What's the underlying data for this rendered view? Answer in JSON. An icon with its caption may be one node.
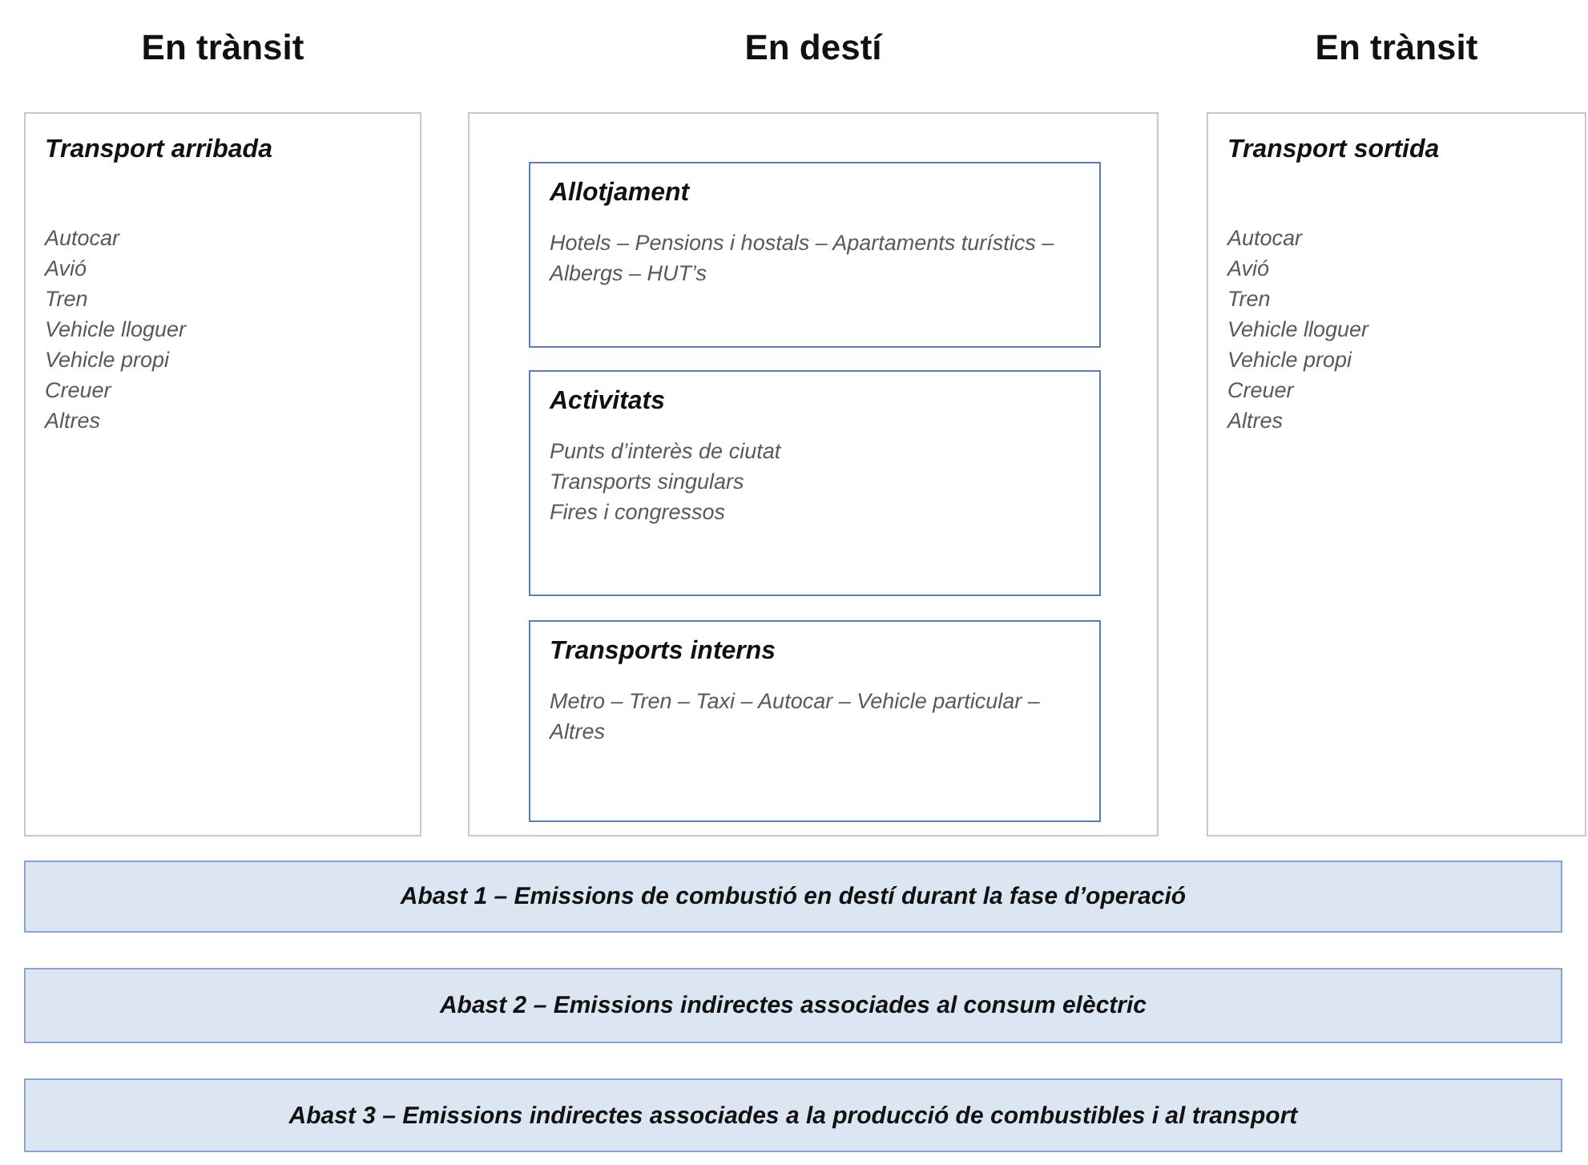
{
  "diagram": {
    "nodes": [
      {
        "text": [
          "En trànsit",
          "Transport arribada",
          "Autocar",
          "Avió",
          "Tren",
          "Vehicle lloguer",
          "Vehicle propi",
          "Creuer",
          "Altres"
        ]
      },
      {
        "text": [
          "En destí"
        ]
      },
      {
        "text": [
          "Allotjament",
          "Hotels – Pensions i hostals – Apartaments turístics – Albergs – HUT’s"
        ],
        "in": 1
      },
      {
        "text": [
          "Activitats",
          "Punts d’interès de ciutat",
          "Transports singulars",
          "Fires i congressos"
        ],
        "in": 1
      },
      {
        "text": [
          "Transports interns",
          "Metro – Tren – Taxi – Autocar – Vehicle particular – Altres"
        ],
        "in": 1
      },
      {
        "text": [
          "En trànsit",
          "Transport sortida",
          "Autocar",
          "Avió",
          "Tren",
          "Vehicle lloguer",
          "Vehicle propi",
          "Creuer",
          "Altres"
        ]
      },
      {
        "text": [
          "Abast 1 – Emissions de combustió en destí durant la fase d’operació"
        ]
      },
      {
        "text": [
          "Abast 2 – Emissions indirectes associades al consum elèctric"
        ]
      },
      {
        "text": [
          "Abast 3 – Emissions indirectes associades a la producció de combustibles i al transport"
        ]
      }
    ]
  }
}
